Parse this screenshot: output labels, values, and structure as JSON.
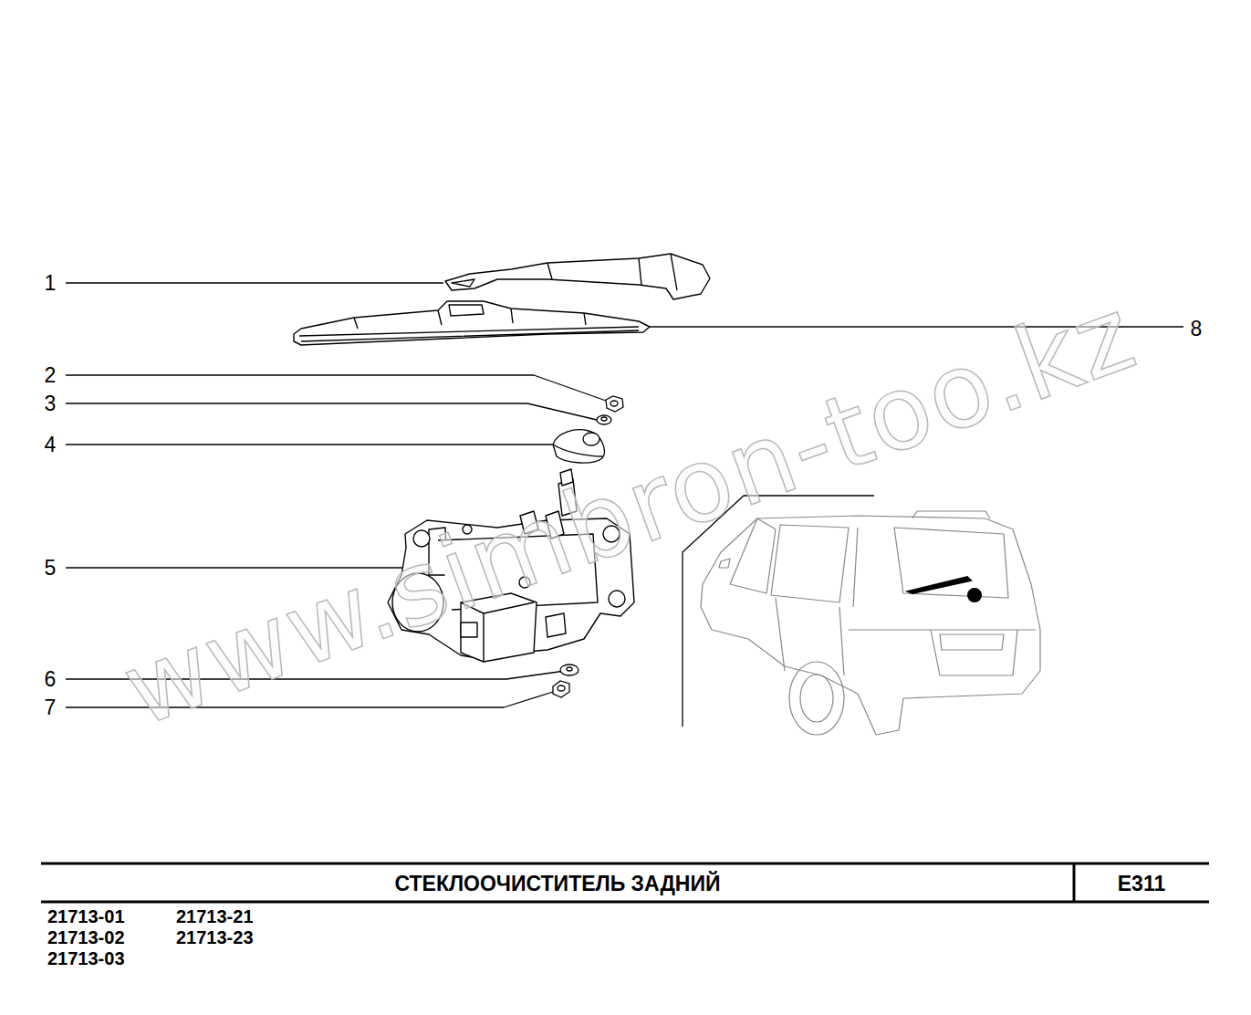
{
  "diagram": {
    "title": "СТЕКЛООЧИСТИТЕЛЬ ЗАДНИЙ",
    "labels": [
      "1",
      "8",
      "2",
      "3",
      "4",
      "5",
      "6",
      "7",
      "www.simbron-too.kz",
      "E311",
      "21713-01",
      "21713-21",
      "21713-02",
      "21713-23",
      "21713-03"
    ]
  }
}
